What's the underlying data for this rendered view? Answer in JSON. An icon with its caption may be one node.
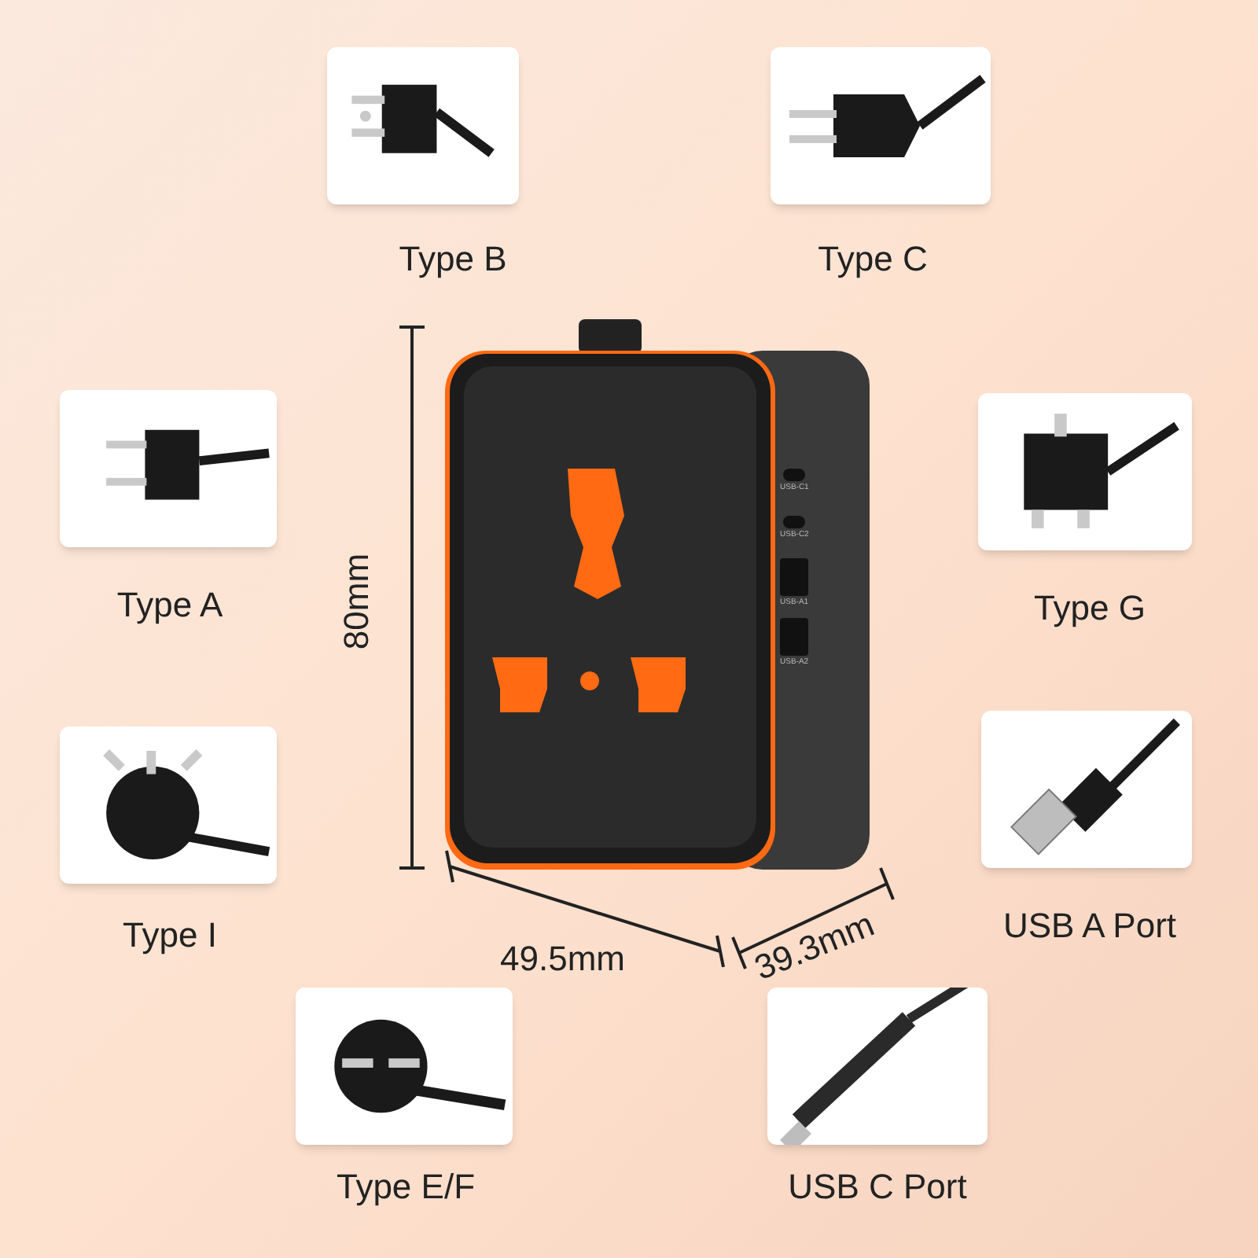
{
  "diagram": {
    "nodes": [
      {
        "text": [
          "Type B"
        ]
      },
      {
        "text": [
          "Type C"
        ]
      },
      {
        "text": [
          "Type A"
        ]
      },
      {
        "text": [
          "Type G"
        ]
      },
      {
        "text": [
          "Type I"
        ]
      },
      {
        "text": [
          "USB A Port"
        ]
      },
      {
        "text": [
          "Type E/F"
        ]
      },
      {
        "text": [
          "USB C Port"
        ]
      }
    ],
    "labels": [
      "80mm",
      "49.5mm",
      "39.3mm",
      "USB-C1",
      "USB-C2",
      "USB-A1",
      "USB-A2"
    ]
  }
}
